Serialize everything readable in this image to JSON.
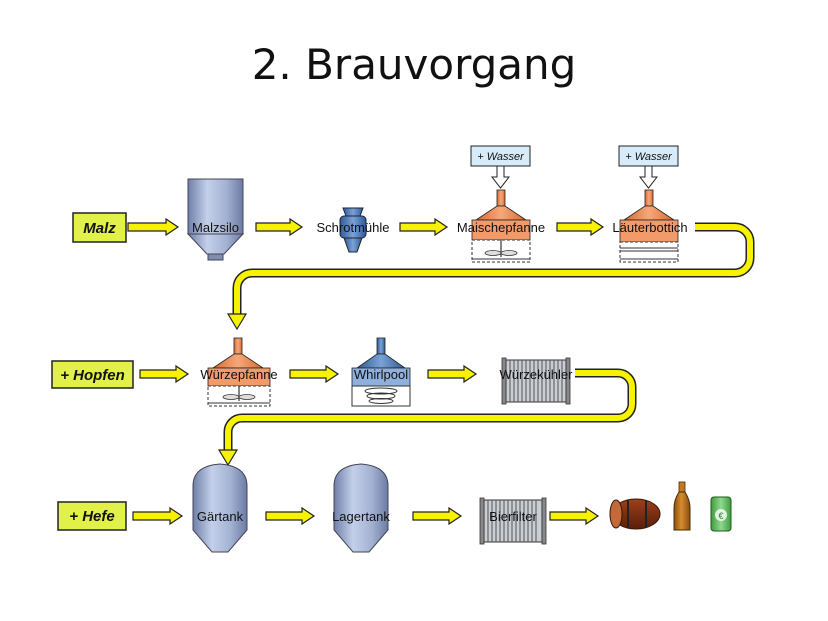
{
  "title": "2. Brauvorgang",
  "inputs": {
    "malz": "Malz",
    "hopfen": "+ Hopfen",
    "hefe": "+ Hefe"
  },
  "water": {
    "w1": "+ Wasser",
    "w2": "+ Wasser"
  },
  "stations": {
    "malzsilo": "Malzsilo",
    "schrotmuehle": "Schrotmühle",
    "maischepfanne": "Maischepfanne",
    "laeuterbottich": "Läuterbottich",
    "wuerzepfanne": "Würzepfanne",
    "whirlpool": "Whirlpool",
    "wuerzekuehler": "Würzekühler",
    "gaertank": "Gärtank",
    "lagertank": "Lagertank",
    "bierfilter": "Bierfilter"
  },
  "colors": {
    "arrow_fill": "#f6f200",
    "input_box": "#e2f04a",
    "tank_blue": "#a7b6d5",
    "orange": "#e8824a",
    "water_box": "#d7ecf8"
  }
}
